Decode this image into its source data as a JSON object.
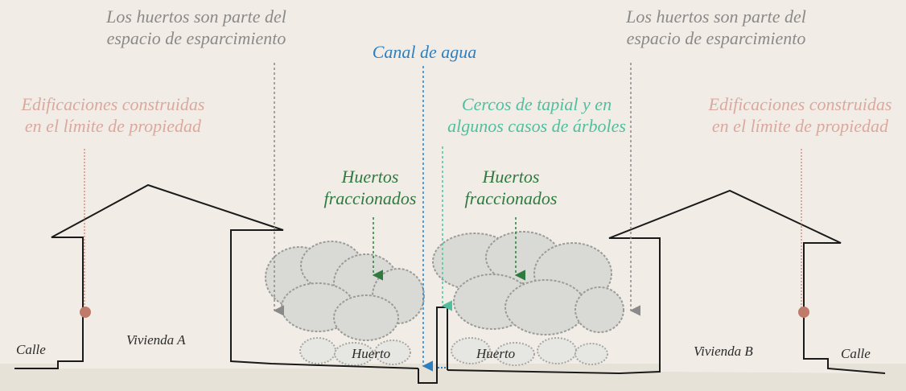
{
  "labels": {
    "huertos_left": "Los huertos son parte del\nespacio de esparcimiento",
    "huertos_right": "Los huertos son parte del\nespacio de esparcimiento",
    "canal": "Canal de agua",
    "edif_left": "Edificaciones construidas\nen el límite de propiedad",
    "edif_right": "Edificaciones construidas\nen el límite de propiedad",
    "cercos": "Cercos de tapial y en\nalgunos casos de árboles",
    "fracc_left": "Huertos\nfraccionados",
    "fracc_right": "Huertos\nfraccionados",
    "vivienda_a": "Vivienda A",
    "vivienda_b": "Vivienda B",
    "calle_left": "Calle",
    "calle_right": "Calle",
    "huerto_left": "Huerto",
    "huerto_right": "Huerto"
  },
  "colors": {
    "gray": "#8a8a8a",
    "pink": "#dba89e",
    "blue": "#2f7fbf",
    "teal": "#4fbf9f",
    "green": "#2e7a3f",
    "ink": "#1a1a1a",
    "dot": "#c07a6a"
  }
}
